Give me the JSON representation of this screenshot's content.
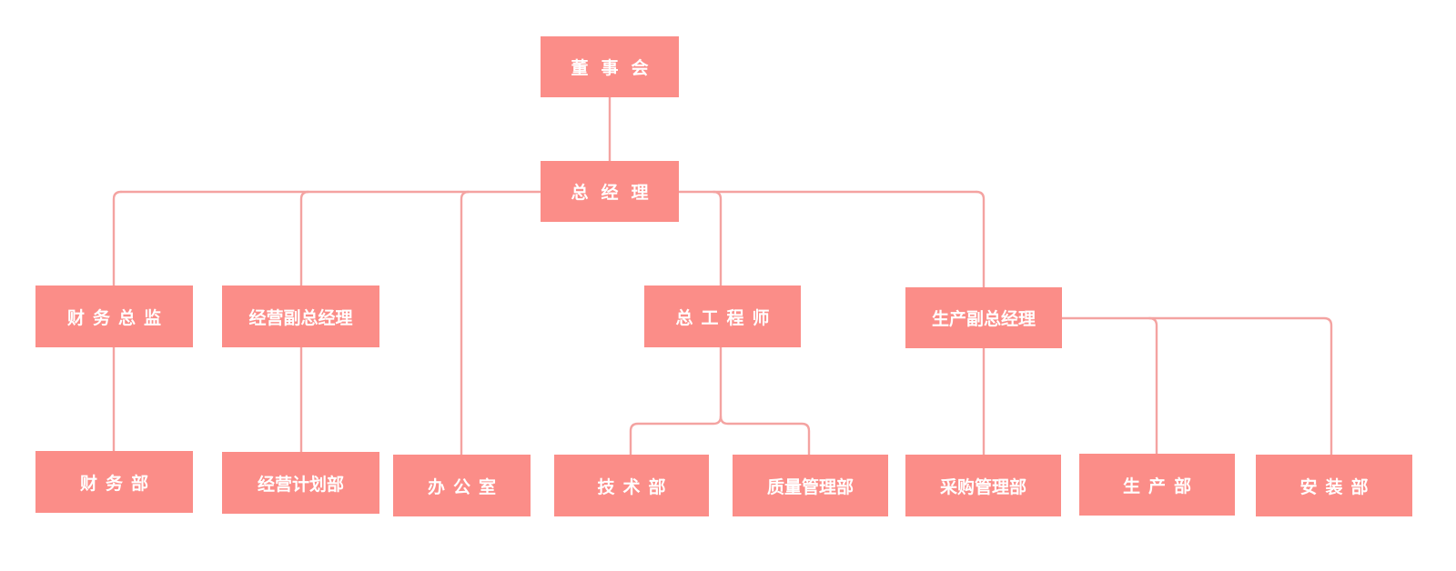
{
  "nodes": {
    "board": "董事会",
    "general_manager": "总经理",
    "finance_director": "财务总监",
    "business_vp": "经营副总经理",
    "chief_engineer": "总工程师",
    "production_vp": "生产副总经理",
    "finance_dept": "财务部",
    "business_planning_dept": "经营计划部",
    "office": "办公室",
    "technology_dept": "技术部",
    "quality_management_dept": "质量管理部",
    "purchasing_management_dept": "采购管理部",
    "production_dept": "生产部",
    "installation_dept": "安装部"
  },
  "colors": {
    "node_fill": "#fb8d88",
    "node_text": "#ffffff",
    "connector": "#f4a3a1"
  }
}
